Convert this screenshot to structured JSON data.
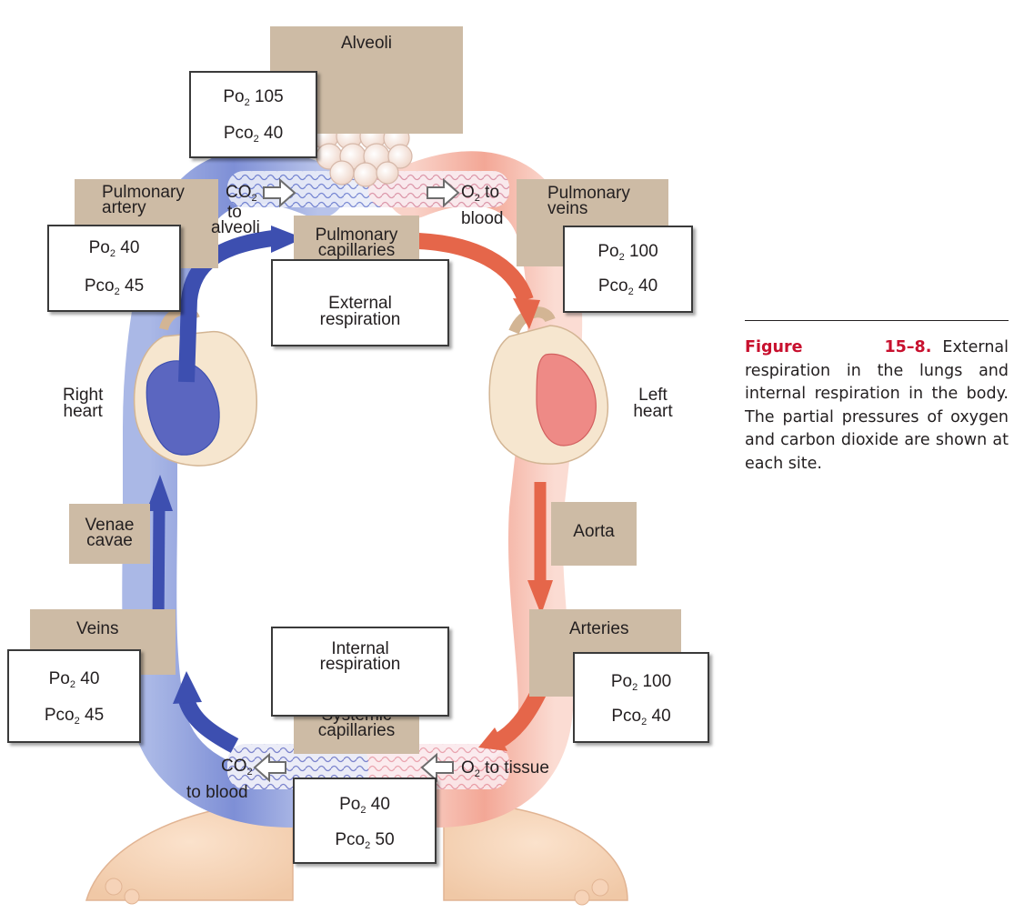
{
  "labels": {
    "alveoli": "Alveoli",
    "pulmonary_artery": [
      "Pulmonary",
      "artery"
    ],
    "pulmonary_veins": [
      "Pulmonary",
      "veins"
    ],
    "pulmonary_capillaries": [
      "Pulmonary",
      "capillaries"
    ],
    "venae_cavae": [
      "Venae",
      "cavae"
    ],
    "aorta": "Aorta",
    "veins": "Veins",
    "arteries": "Arteries",
    "systemic_capillaries": [
      "Systemic",
      "capillaries"
    ],
    "right_heart": [
      "Right",
      "heart"
    ],
    "left_heart": [
      "Left",
      "heart"
    ]
  },
  "respiration": {
    "external": [
      "External",
      "respiration"
    ],
    "internal": [
      "Internal",
      "respiration"
    ]
  },
  "exchange": {
    "co2_to_alveoli": {
      "gas": "CO",
      "sub": "2",
      "lines": [
        "to",
        "alveoli"
      ]
    },
    "o2_to_blood": {
      "gas": "O",
      "sub": "2",
      "rest": " to",
      "line2": "blood"
    },
    "co2_to_blood": {
      "gas": "CO",
      "sub": "2",
      "line2": "to blood"
    },
    "o2_to_tissue": {
      "gas": "O",
      "sub": "2",
      "rest": " to tissue"
    }
  },
  "partial_pressures": {
    "alveoli": {
      "po2": "105",
      "pco2": "40"
    },
    "pulmonary_artery": {
      "po2": "40",
      "pco2": "45"
    },
    "pulmonary_veins": {
      "po2": "100",
      "pco2": "40"
    },
    "veins": {
      "po2": "40",
      "pco2": "45"
    },
    "arteries": {
      "po2": "100",
      "pco2": "40"
    },
    "systemic_capillaries": {
      "po2": "40",
      "pco2": "50"
    }
  },
  "pressure_labels": {
    "po": "Po",
    "pco": "Pco",
    "sub": "2"
  },
  "caption": {
    "figure_number": "Figure 15–8.",
    "text": "External respiration in the lungs and internal respiration in the body. The partial pressures of oxygen and carbon dioxide are shown at each site."
  },
  "colors": {
    "deoxygenated": "#3d4fb0",
    "oxygenated": "#e5664a",
    "label_background": "#cdbba5",
    "caption_figure": "#c8102e"
  }
}
